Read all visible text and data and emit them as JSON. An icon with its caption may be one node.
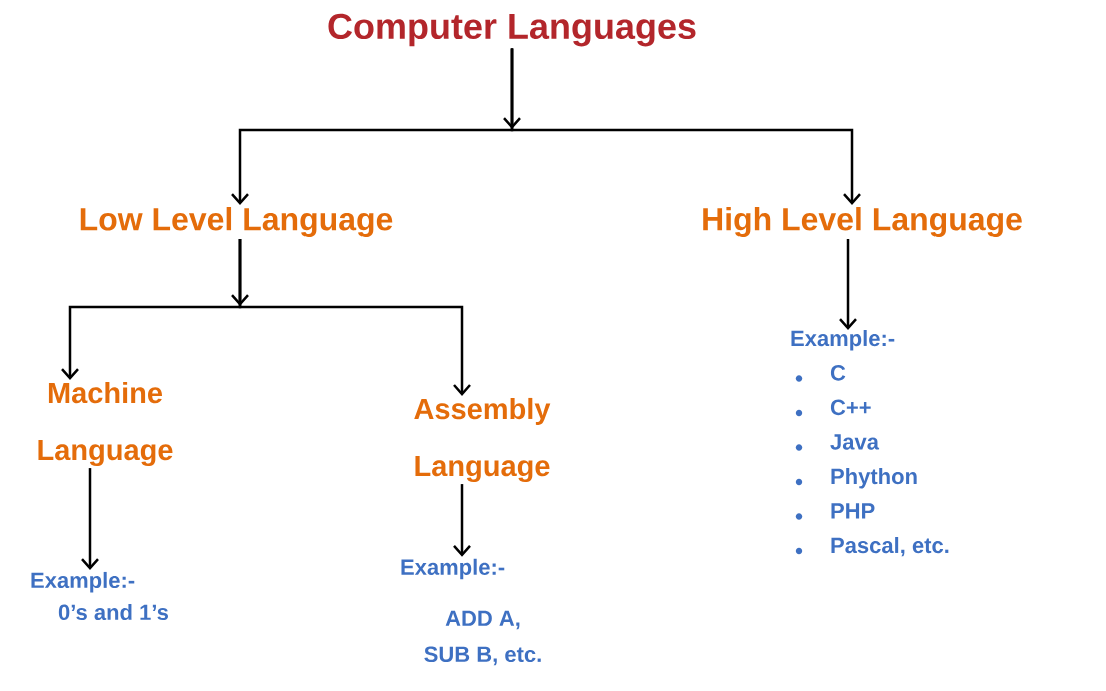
{
  "diagram": {
    "nodes": [
      {
        "text": [
          "Computer Languages"
        ]
      },
      {
        "text": [
          "Low Level Language"
        ]
      },
      {
        "text": [
          "High Level Language"
        ]
      },
      {
        "text": [
          "Machine Language"
        ]
      },
      {
        "text": [
          "Assembly Language"
        ]
      },
      {
        "text": [
          "Example:-",
          "0’s and 1’s"
        ]
      },
      {
        "text": [
          "Example:-",
          "ADD A, SUB B, etc."
        ]
      },
      {
        "text": [
          "Example:-",
          "C",
          "C++",
          "Java",
          "Phython",
          "PHP",
          "Pascal, etc."
        ]
      }
    ],
    "edges": [
      {
        "from": 0,
        "to": 1,
        "arrow": "to"
      },
      {
        "from": 0,
        "to": 2,
        "arrow": "to"
      },
      {
        "from": 1,
        "to": 3,
        "arrow": "to"
      },
      {
        "from": 1,
        "to": 4,
        "arrow": "to"
      },
      {
        "from": 3,
        "to": 5,
        "arrow": "to"
      },
      {
        "from": 4,
        "to": 6,
        "arrow": "to"
      },
      {
        "from": 2,
        "to": 7,
        "arrow": "to"
      }
    ]
  }
}
